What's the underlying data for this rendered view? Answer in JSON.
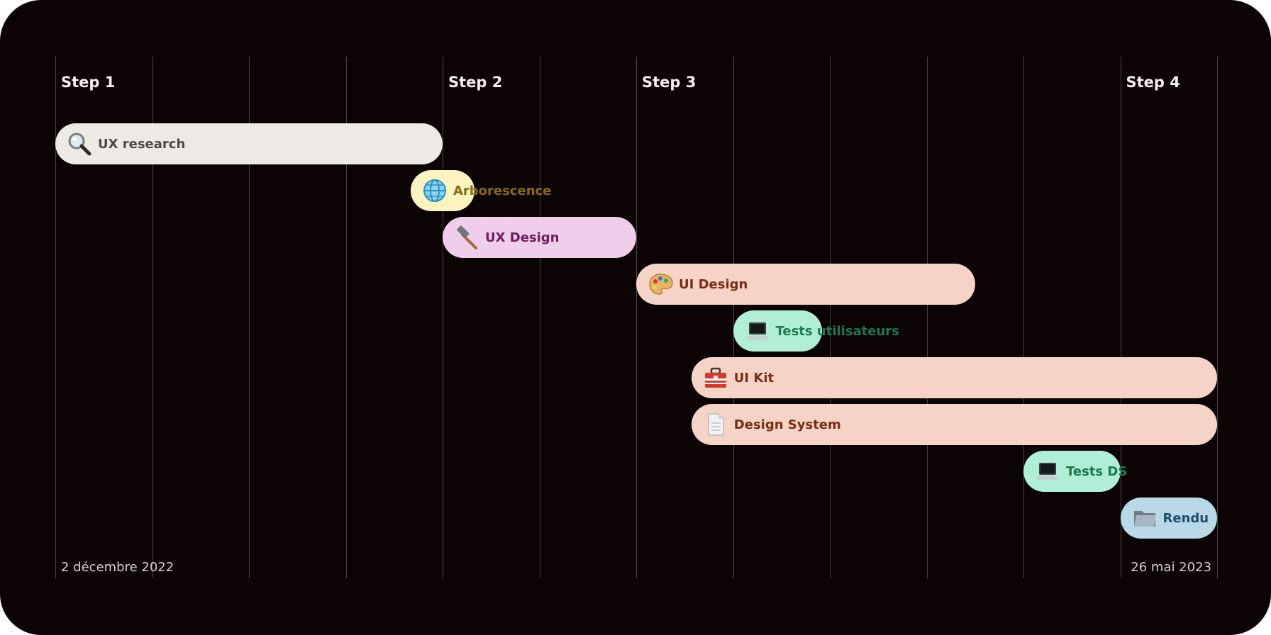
{
  "chart_data": {
    "type": "gantt",
    "x_unit": "column",
    "x_range": [
      0,
      12
    ],
    "columns": 12,
    "steps": [
      {
        "label": "Step 1",
        "column": 0
      },
      {
        "label": "Step 2",
        "column": 4
      },
      {
        "label": "Step 3",
        "column": 6
      },
      {
        "label": "Step 4",
        "column": 11
      }
    ],
    "start_label": "2 décembre 2022",
    "end_label": "26 mai 2023",
    "tasks": [
      {
        "label": "UX research",
        "icon": "magnifier-icon",
        "start": 0,
        "end": 4,
        "fill": "#edeae6",
        "text": "#4f4743"
      },
      {
        "label": "Arborescence",
        "icon": "globe-icon",
        "start": 3.67,
        "end": 4.33,
        "fill": "#fcf3bf",
        "text": "#8a6a14"
      },
      {
        "label": "UX Design",
        "icon": "hammer-icon",
        "start": 4,
        "end": 6,
        "fill": "#f0cdea",
        "text": "#6c1f5f"
      },
      {
        "label": "UI Design",
        "icon": "palette-icon",
        "start": 6,
        "end": 9.5,
        "fill": "#f5d4c7",
        "text": "#7b2d16"
      },
      {
        "label": "Tests utilisateurs",
        "icon": "laptop-icon",
        "start": 7,
        "end": 7.92,
        "fill": "#b0efd5",
        "text": "#1c7a4e"
      },
      {
        "label": "UI Kit",
        "icon": "toolbox-icon",
        "start": 6.57,
        "end": 12,
        "fill": "#f5d4c7",
        "text": "#7b2d16"
      },
      {
        "label": "Design System",
        "icon": "document-icon",
        "start": 6.57,
        "end": 12,
        "fill": "#f5d4c7",
        "text": "#7b2d16"
      },
      {
        "label": "Tests DS",
        "icon": "laptop-icon",
        "start": 10,
        "end": 11,
        "fill": "#b0efd5",
        "text": "#1c7a4e"
      },
      {
        "label": "Rendu",
        "icon": "folder-icon",
        "start": 11,
        "end": 12,
        "fill": "#b9d8e8",
        "text": "#1f4e6b"
      }
    ]
  }
}
